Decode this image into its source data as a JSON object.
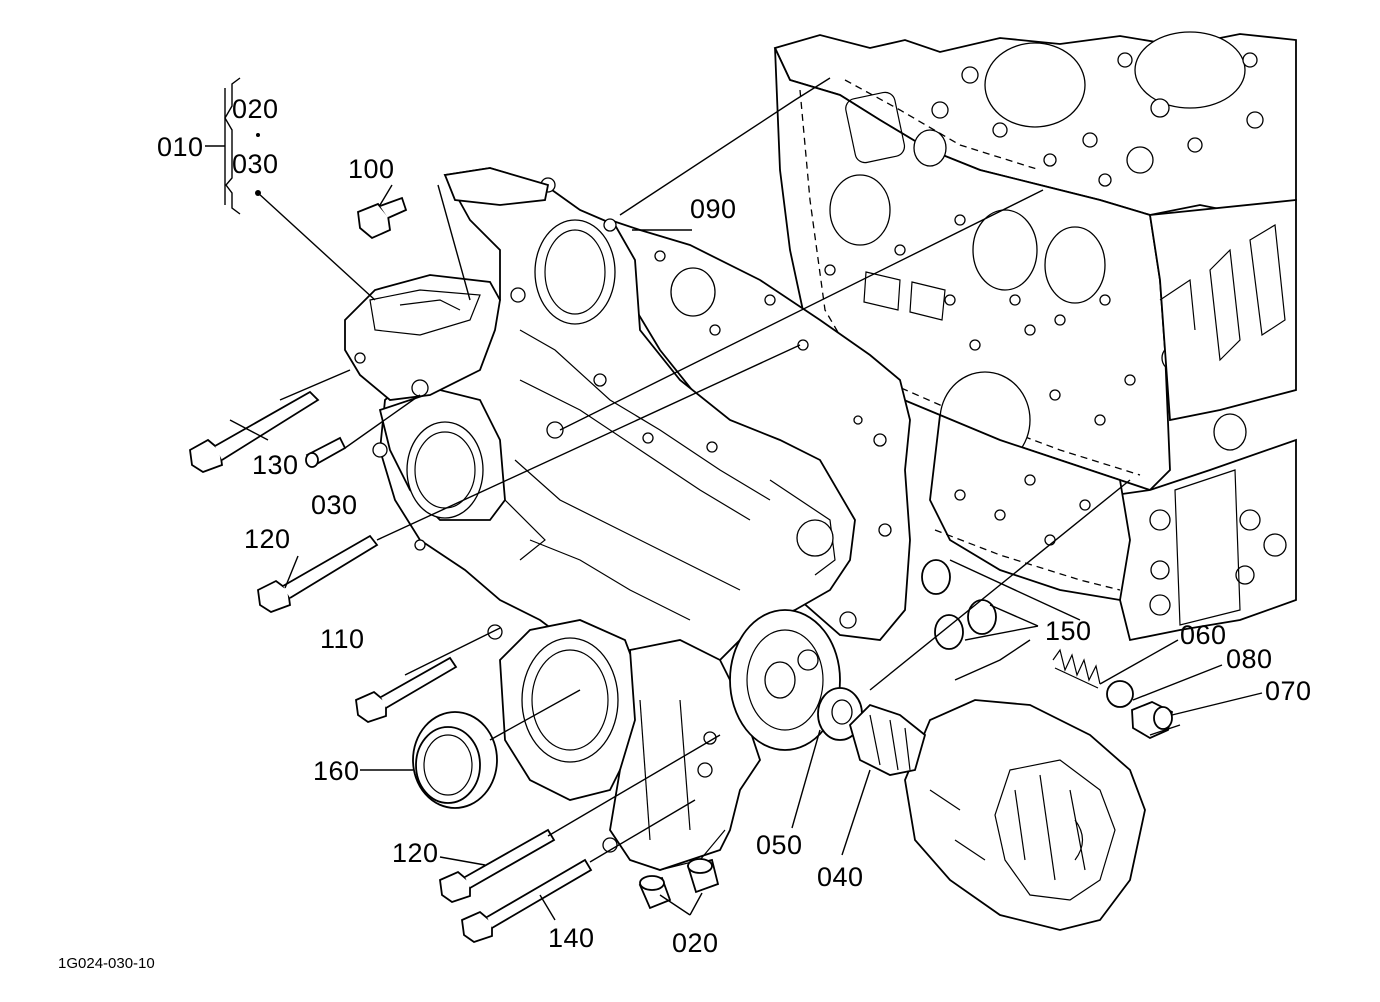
{
  "diagram": {
    "drawing_code": "1G024-030-10",
    "callouts": {
      "c010": "010",
      "c020_top": "020",
      "c030_top": "030",
      "c100": "100",
      "c090": "090",
      "c130": "130",
      "c030": "030",
      "c120_upper": "120",
      "c110": "110",
      "c160": "160",
      "c120_lower": "120",
      "c140": "140",
      "c020_bottom": "020",
      "c050": "050",
      "c040": "040",
      "c150": "150",
      "c060": "060",
      "c080": "080",
      "c070": "070"
    }
  }
}
